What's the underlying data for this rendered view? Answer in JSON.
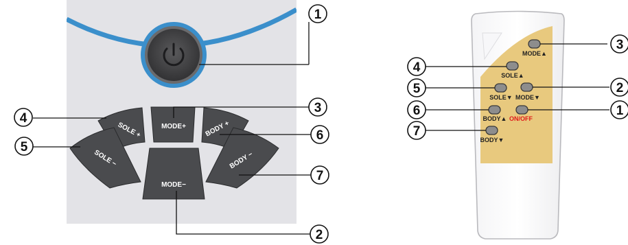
{
  "panel": {
    "buttons": {
      "mode_up": "MODE+",
      "mode_down": "MODE−",
      "sole_up": "SOLE +",
      "sole_down": "SOLE −",
      "body_up": "BODY +",
      "body_down": "BODY −"
    },
    "callouts": [
      "1",
      "2",
      "3",
      "4",
      "5",
      "6",
      "7"
    ],
    "colors": {
      "ring": "#3b8fcb",
      "panel_bg": "#e3e3e7",
      "button": "#4a4b4e"
    },
    "icons": {
      "power": "power-icon"
    }
  },
  "remote": {
    "labels": {
      "mode_up": "MODE▲",
      "sole_up": "SOLE▲",
      "sole_down": "SOLE▼",
      "mode_down": "MODE▼",
      "body_up": "BODY▲",
      "on_off": "ON/OFF",
      "body_down": "BODY▼"
    },
    "callouts": [
      "3",
      "4",
      "2",
      "5",
      "6",
      "1",
      "7"
    ],
    "colors": {
      "panel": "#e8c97e",
      "on_off_text": "#e01b1b",
      "button": "#8d8d8d"
    }
  }
}
